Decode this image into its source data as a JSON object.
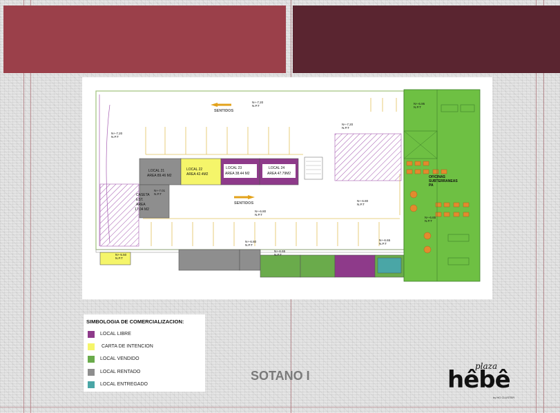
{
  "sheet_title": "SOTANO I",
  "logo": {
    "word_small": "plaza",
    "word_main": "hêbê",
    "tagline": "by HG CLUSTER"
  },
  "legend": {
    "title": "SIMBOLOGIA DE COMERCIALIZACION:",
    "items": [
      {
        "label": "LOCAL LIBRE",
        "color": "#8e3a8a"
      },
      {
        "label": "CARTA DE INTENCION",
        "color": "#f5f56a"
      },
      {
        "label": "LOCAL VENDIDO",
        "color": "#6aab4b"
      },
      {
        "label": "LOCAL RENTADO",
        "color": "#8e8e8e"
      },
      {
        "label": "LOCAL ENTREGADO",
        "color": "#4aa6a6"
      }
    ]
  },
  "plan": {
    "arrows": [
      {
        "label": "SENTIDOS"
      },
      {
        "label": "SENTIDOS"
      }
    ],
    "units": [
      {
        "name": "LOCAL 21",
        "area": "AREA 89.46 M2",
        "status_color": "#8e8e8e"
      },
      {
        "name": "LOCAL 22",
        "area": "AREA 42.4M2",
        "status_color": "#f5f56a"
      },
      {
        "name": "LOCAL 23",
        "area": "AREA 38.44 M2",
        "status_color": "#8e3a8a"
      },
      {
        "name": "LOCAL 24",
        "area": "AREA 47.79M2",
        "status_color": "#8e3a8a"
      }
    ],
    "caseta": [
      "CASETA",
      "EST.",
      "AREA",
      "17.04 M2"
    ],
    "offices": [
      "OFICINAS",
      "SUBTERRANEAS",
      "PA"
    ],
    "levels": [
      {
        "n": "N+-7.20",
        "np": "N.P.T"
      },
      {
        "n": "N+-7.20",
        "np": "N.P.T"
      },
      {
        "n": "N+-7.20",
        "np": "N.P.T"
      },
      {
        "n": "N+-6.95",
        "np": "N.P.T"
      },
      {
        "n": "N+-7.01",
        "np": "N.P.T"
      },
      {
        "n": "N+-6.80",
        "np": "N.P.T"
      },
      {
        "n": "N+-6.80",
        "np": "N.P.T"
      },
      {
        "n": "N+-6.80",
        "np": "N.P.T"
      },
      {
        "n": "N+-6.65",
        "np": "N.P.T"
      },
      {
        "n": "N+-6.65",
        "np": "N.P.T"
      },
      {
        "n": "N+-6.65",
        "np": "N.P.T"
      },
      {
        "n": "N+-5.50",
        "np": "N.P.T"
      }
    ]
  }
}
